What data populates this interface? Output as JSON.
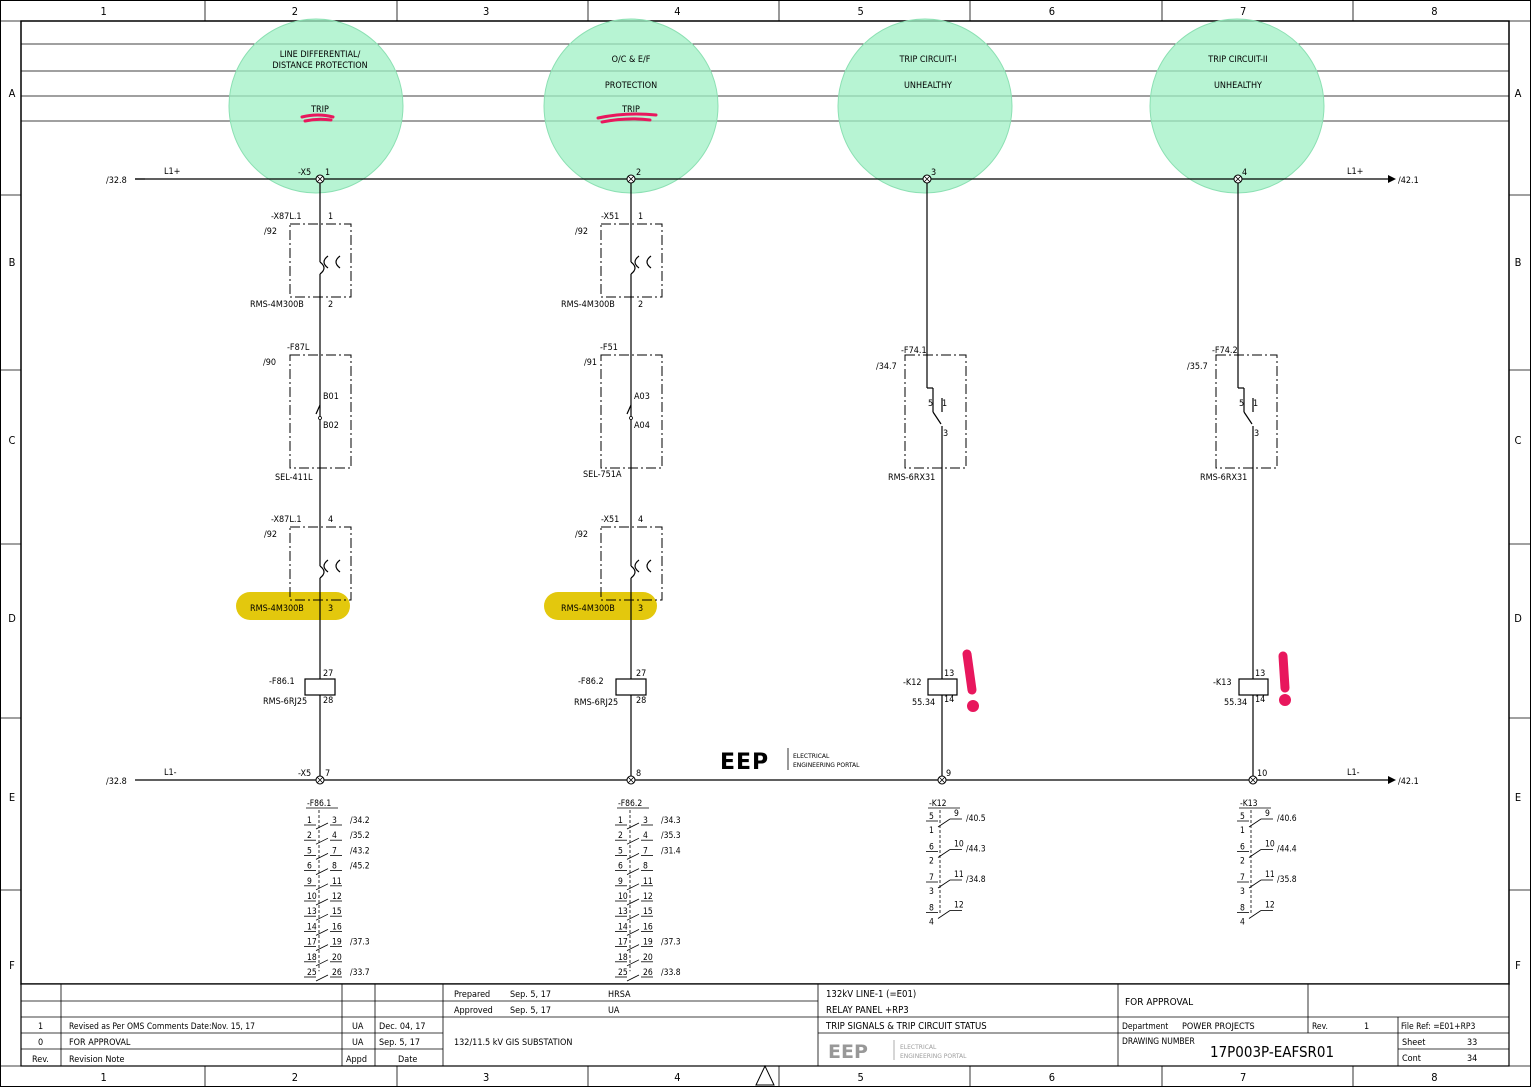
{
  "grid": {
    "columns": [
      "1",
      "2",
      "3",
      "4",
      "5",
      "6",
      "7",
      "8"
    ],
    "rows": [
      "A",
      "B",
      "C",
      "D",
      "E",
      "F"
    ]
  },
  "header_cells": [
    {
      "l1": "LINE DIFFERENTIAL/",
      "l2": "DISTANCE PROTECTION",
      "l3": "",
      "l4": "TRIP"
    },
    {
      "l1": "O/C & E/F",
      "l2": "",
      "l3": "PROTECTION",
      "l4": "TRIP"
    },
    {
      "l1": "TRIP CIRCUIT-I",
      "l2": "",
      "l3": "UNHEALTHY",
      "l4": ""
    },
    {
      "l1": "TRIP CIRCUIT-II",
      "l2": "",
      "l3": "UNHEALTHY",
      "l4": ""
    }
  ],
  "bus": {
    "top_left_ref": "/32.8",
    "top_right_ref": "/42.1",
    "top_label": "L1+",
    "bottom_left_ref": "/32.8",
    "bottom_right_ref": "/42.1",
    "bottom_label": "L1-"
  },
  "circuits": [
    {
      "top_terminal": "-X5",
      "top_no": "1",
      "link1": {
        "tag": "-X87L.1",
        "ref": "/92",
        "pin_a": "1",
        "pin_b": "2",
        "type": "RMS-4M300B"
      },
      "relay": {
        "tag": "-F87L",
        "ref": "/90",
        "c1": "B01",
        "c2": "B02",
        "type": "SEL-411L"
      },
      "link2": {
        "tag": "-X87L.1",
        "ref": "/92",
        "pin_a": "4",
        "pin_b": "3",
        "type": "RMS-4M300B"
      },
      "coil": {
        "tag": "-F86.1",
        "type": "RMS-6RJ25",
        "p1": "27",
        "p2": "28"
      },
      "bottom_terminal": "-X5",
      "bottom_no": "7"
    },
    {
      "top_terminal": "",
      "top_no": "2",
      "link1": {
        "tag": "-X51",
        "ref": "/92",
        "pin_a": "1",
        "pin_b": "2",
        "type": "RMS-4M300B"
      },
      "relay": {
        "tag": "-F51",
        "ref": "/91",
        "c1": "A03",
        "c2": "A04",
        "type": "SEL-751A"
      },
      "link2": {
        "tag": "-X51",
        "ref": "/92",
        "pin_a": "4",
        "pin_b": "3",
        "type": "RMS-4M300B"
      },
      "coil": {
        "tag": "-F86.2",
        "type": "RMS-6RJ25",
        "p1": "27",
        "p2": "28"
      },
      "bottom_terminal": "",
      "bottom_no": "8"
    },
    {
      "top_no": "3",
      "relay": {
        "tag": "-F74.1",
        "ref": "/34.7",
        "c1": "5",
        "c2": "1",
        "c3": "3",
        "type": "RMS-6RX31"
      },
      "coil": {
        "tag": "-K12",
        "ref": "55.34",
        "p1": "13",
        "p2": "14"
      },
      "bottom_no": "9"
    },
    {
      "top_no": "4",
      "relay": {
        "tag": "-F74.2",
        "ref": "/35.7",
        "c1": "5",
        "c2": "1",
        "c3": "3",
        "type": "RMS-6RX31"
      },
      "coil": {
        "tag": "-K13",
        "ref": "55.34",
        "p1": "13",
        "p2": "14"
      },
      "bottom_no": "10"
    }
  ],
  "contact_lists": [
    {
      "tag": "-F86.1",
      "rows": [
        [
          "1",
          "3",
          "/34.2"
        ],
        [
          "2",
          "4",
          "/35.2"
        ],
        [
          "5",
          "7",
          "/43.2"
        ],
        [
          "6",
          "8",
          "/45.2"
        ],
        [
          "9",
          "11",
          ""
        ],
        [
          "10",
          "12",
          ""
        ],
        [
          "13",
          "15",
          ""
        ],
        [
          "14",
          "16",
          ""
        ],
        [
          "17",
          "19",
          "/37.3"
        ],
        [
          "18",
          "20",
          ""
        ],
        [
          "25",
          "26",
          "/33.7"
        ]
      ]
    },
    {
      "tag": "-F86.2",
      "rows": [
        [
          "1",
          "3",
          "/34.3"
        ],
        [
          "2",
          "4",
          "/35.3"
        ],
        [
          "5",
          "7",
          "/31.4"
        ],
        [
          "6",
          "8",
          ""
        ],
        [
          "9",
          "11",
          ""
        ],
        [
          "10",
          "12",
          ""
        ],
        [
          "13",
          "15",
          ""
        ],
        [
          "14",
          "16",
          ""
        ],
        [
          "17",
          "19",
          "/37.3"
        ],
        [
          "18",
          "20",
          ""
        ],
        [
          "25",
          "26",
          "/33.8"
        ]
      ]
    },
    {
      "tag": "-K12",
      "rows": [
        [
          "5",
          "9",
          "/40.5",
          "1"
        ],
        [
          "6",
          "10",
          "/44.3",
          "2"
        ],
        [
          "7",
          "11",
          "/34.8",
          "3"
        ],
        [
          "8",
          "12",
          "",
          "4"
        ]
      ]
    },
    {
      "tag": "-K13",
      "rows": [
        [
          "5",
          "9",
          "/40.6",
          "1"
        ],
        [
          "6",
          "10",
          "/44.4",
          "2"
        ],
        [
          "7",
          "11",
          "/35.8",
          "3"
        ],
        [
          "8",
          "12",
          "",
          "4"
        ]
      ]
    }
  ],
  "logo": {
    "mark": "EEP",
    "line1": "ELECTRICAL",
    "line2": "ENGINEERING PORTAL"
  },
  "title_block": {
    "revisions": [
      {
        "rev": "1",
        "note": "Revised as Per OMS Comments Date:Nov. 15, 17",
        "appd": "UA",
        "date": "Dec. 04, 17"
      },
      {
        "rev": "0",
        "note": "FOR APPROVAL",
        "appd": "UA",
        "date": "Sep. 5, 17"
      }
    ],
    "rev_header": "Rev.",
    "note_header": "Revision Note",
    "appd_header": "Appd",
    "date_header": "Date",
    "prepared_label": "Prepared",
    "prepared_date": "Sep. 5, 17",
    "prepared_by": "HRSA",
    "approved_label": "Approved",
    "approved_date": "Sep. 5, 17",
    "approved_by": "UA",
    "substation": "132/11.5 kV GIS SUBSTATION",
    "title1": "132kV LINE-1 (=E01)",
    "title2": "RELAY PANEL +RP3",
    "title3": "TRIP SIGNALS & TRIP CIRCUIT STATUS",
    "status": "FOR APPROVAL",
    "department_label": "Department",
    "department": "POWER PROJECTS",
    "rev_label": "Rev.",
    "rev_value": "1",
    "file_ref": "File Ref: =E01+RP3",
    "drawing_label": "DRAWING NUMBER",
    "drawing_number": "17P003P-EAFSR01",
    "sheet_label": "Sheet",
    "sheet_value": "33",
    "cont_label": "Cont",
    "cont_value": "34"
  },
  "colors": {
    "circle": "#9ff0c4",
    "highlight": "#e3c80d",
    "mark": "#e8175d"
  }
}
